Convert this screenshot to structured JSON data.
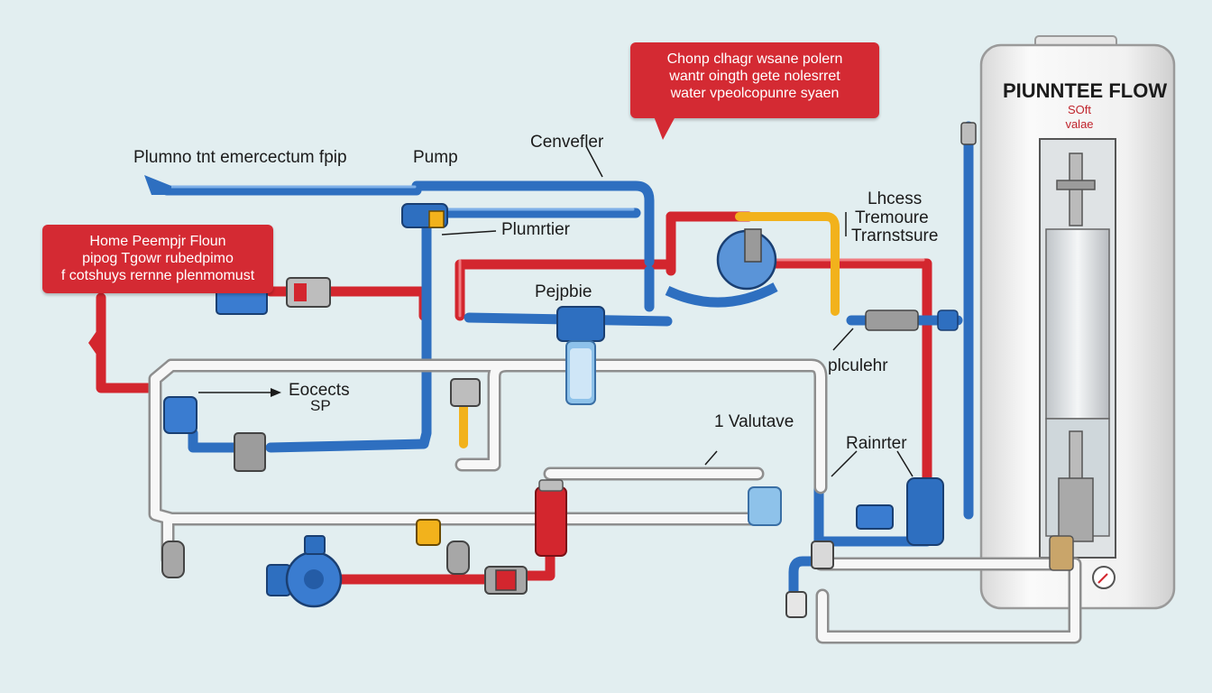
{
  "labels": {
    "pump_intermediate": "Plumno tnt emercectum fpip",
    "pump": "Pump",
    "convefler": "Cenvefler",
    "plumrtier": "Plumrtier",
    "pejpbie": "Pejpbie",
    "eocects": "Eocects",
    "sp": "SP",
    "valutave": "1 Valutave",
    "rainrter": "Rainrter",
    "pleulehr": "plculehr",
    "lhcess": "Lhcess",
    "tremoure": "Tremoure",
    "trarnstsure": "Trarnstsure"
  },
  "callout_top": {
    "lines": [
      "Chonp clhagr wsane polern",
      "wantr oingth gete nolesrret",
      "water vpeolcopunre syaen"
    ]
  },
  "callout_left": {
    "lines": [
      "Home Peempjr Floun",
      "pipog Tgowr rubedpimo",
      "f cotshuys rernne plenmomust"
    ]
  },
  "heater": {
    "title": "PIUNNTEE FLOW",
    "sub1": "SOft",
    "sub2": "valae"
  },
  "colors": {
    "background": "#e2eef0",
    "hot_pipe": "#d3262e",
    "cold_pipe": "#2e6fc0",
    "drain_pipe": "#f4f4f4",
    "gas_pipe": "#f2b21c",
    "callout": "#d42a33",
    "heater_body": "#f3f3f3"
  },
  "icons": [
    "pump-icon",
    "valve-icon",
    "filter-icon",
    "water-heater-icon",
    "gauge-icon"
  ]
}
